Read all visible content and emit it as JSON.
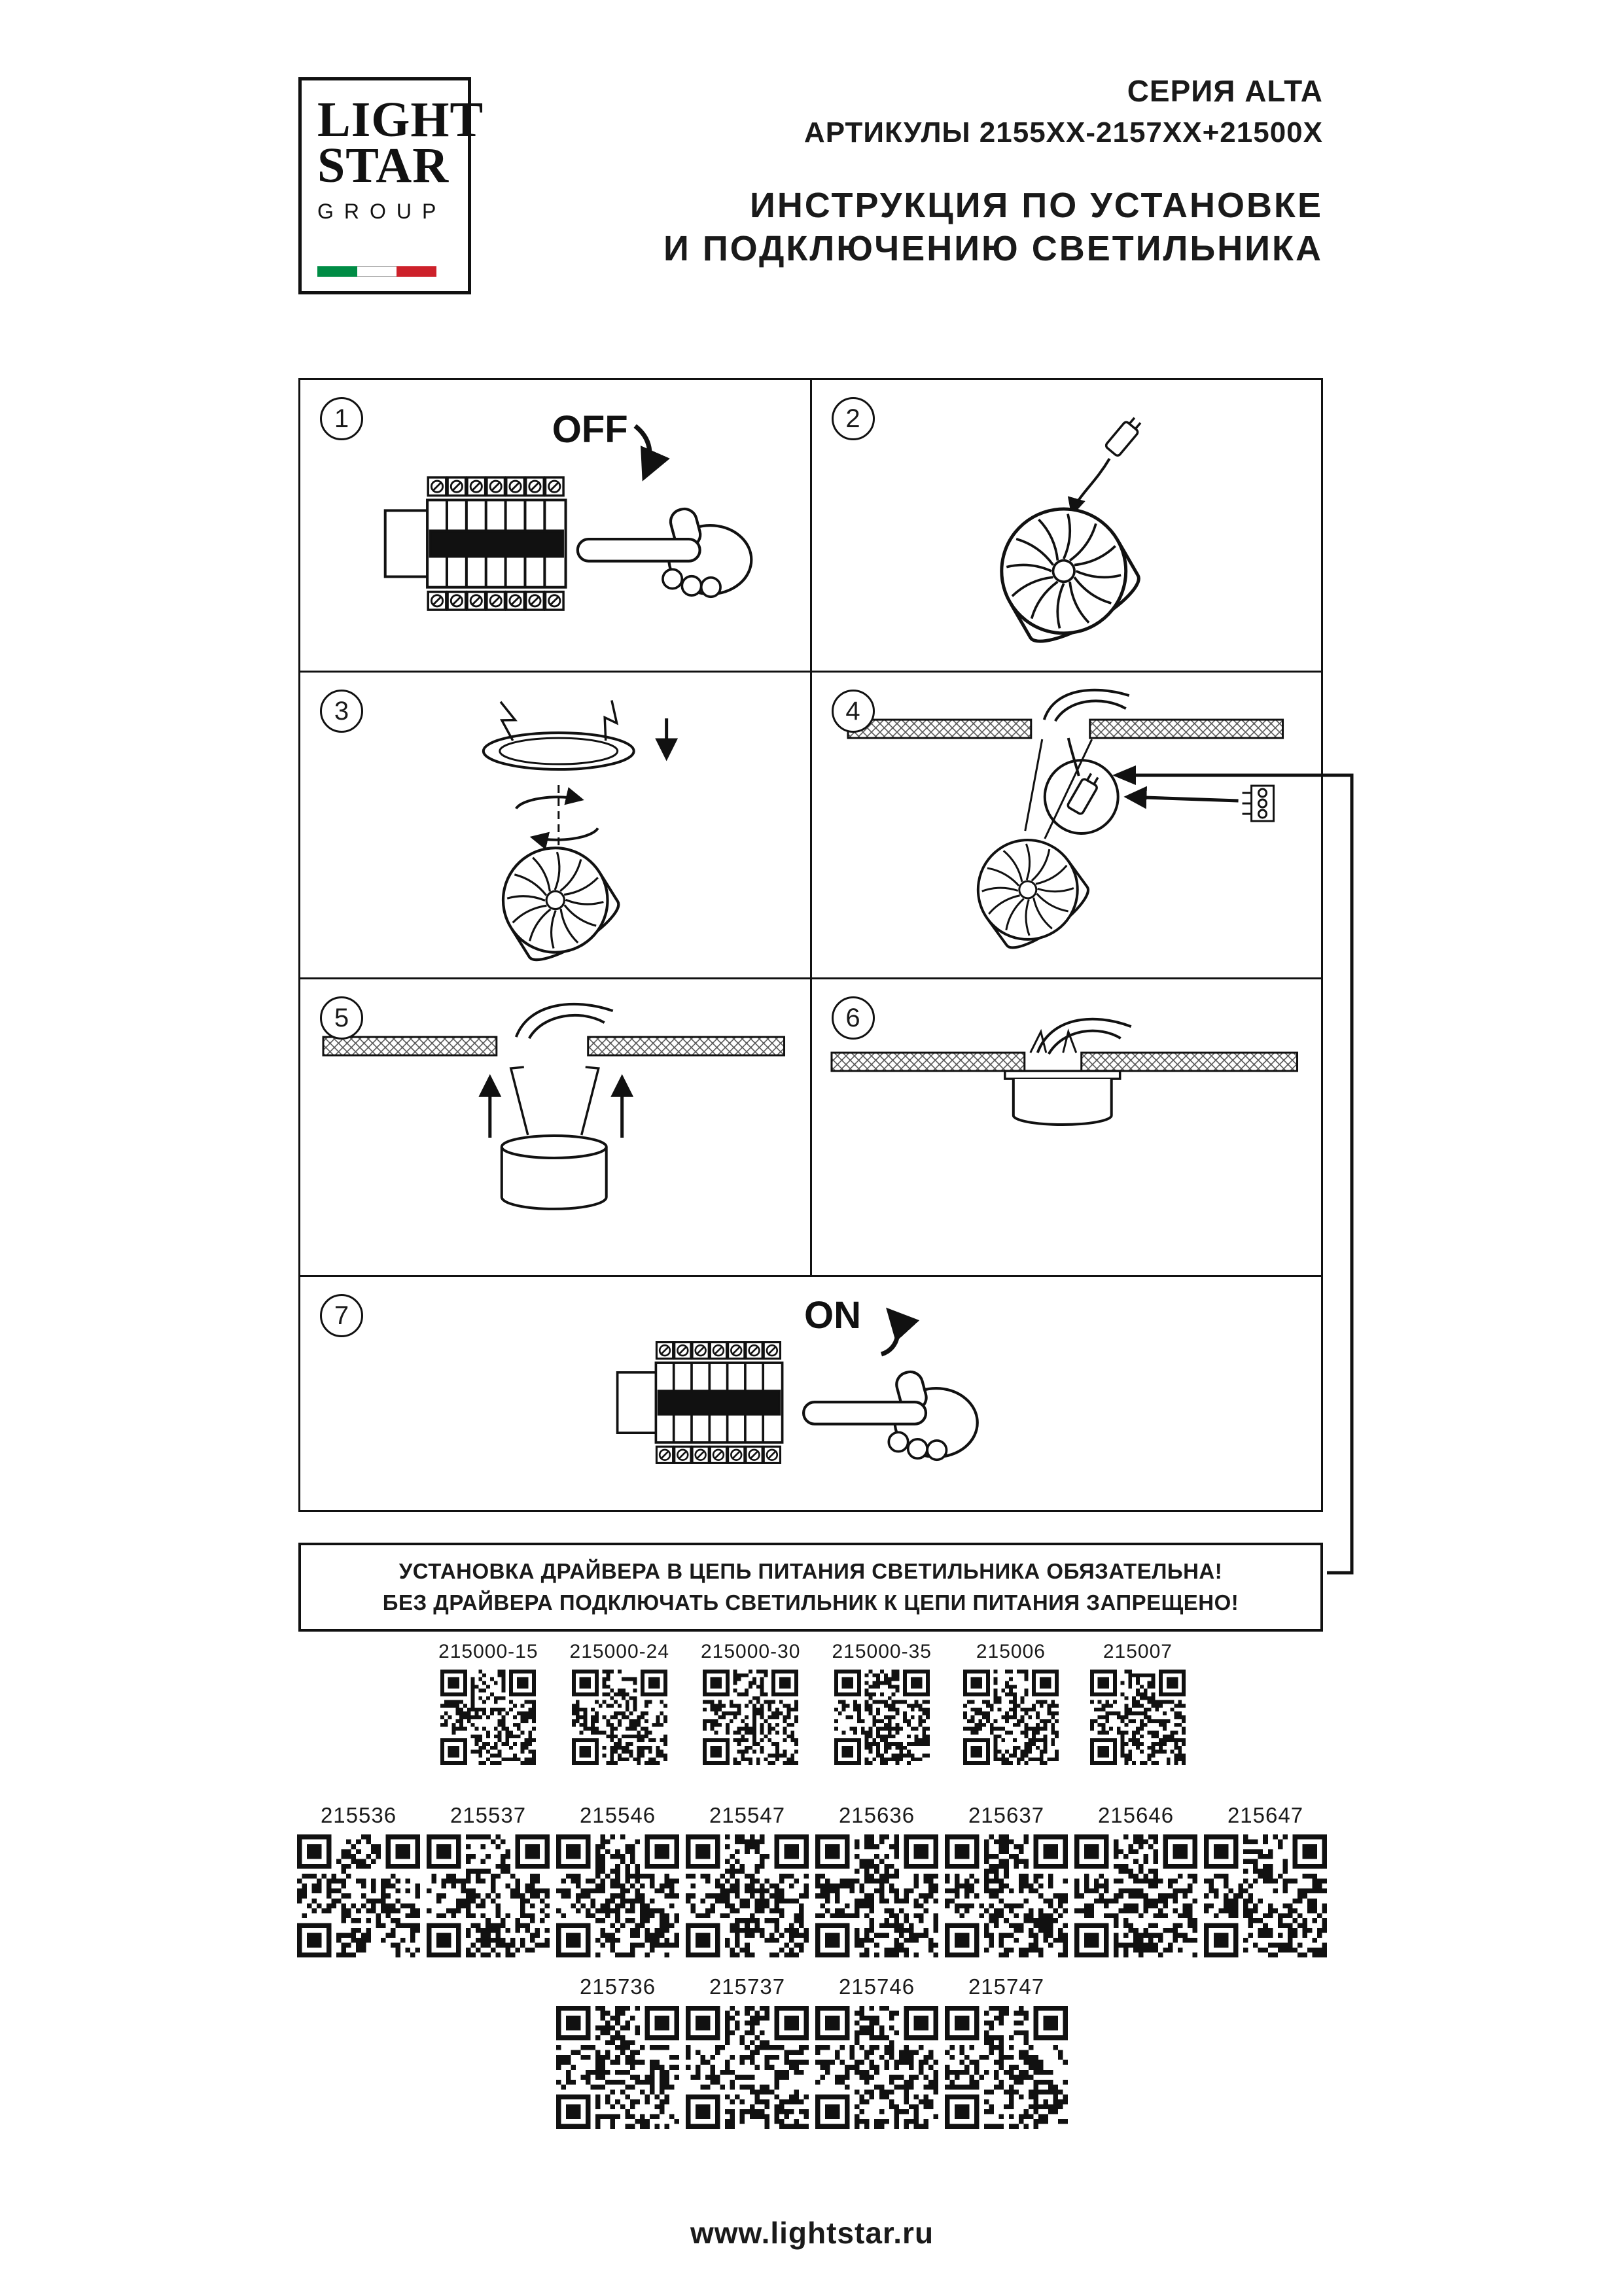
{
  "header": {
    "logo": {
      "word1": "LIGHT",
      "word2": "STAR",
      "group": "GROUP"
    },
    "series_title": "СЕРИЯ ALTA",
    "articles": "АРТИКУЛЫ 2155XX-2157XX+21500X",
    "instruction_line1": "ИНСТРУКЦИЯ ПО УСТАНОВКЕ",
    "instruction_line2": "И ПОДКЛЮЧЕНИЮ СВЕТИЛЬНИКА"
  },
  "steps": [
    {
      "num": "1",
      "label": "OFF"
    },
    {
      "num": "2"
    },
    {
      "num": "3"
    },
    {
      "num": "4"
    },
    {
      "num": "5"
    },
    {
      "num": "6"
    },
    {
      "num": "7",
      "label": "ON"
    }
  ],
  "warning": {
    "line1": "УСТАНОВКА ДРАЙВЕРА В ЦЕПЬ ПИТАНИЯ СВЕТИЛЬНИКА ОБЯЗАТЕЛЬНА!",
    "line2": "БЕЗ ДРАЙВЕРА ПОДКЛЮЧАТЬ СВЕТИЛЬНИК К ЦЕПИ ПИТАНИЯ ЗАПРЕЩЕНО!"
  },
  "qr": {
    "rows": [
      {
        "codes": [
          "215000-15",
          "215000-24",
          "215000-30",
          "215000-35",
          "215006",
          "215007"
        ]
      },
      {
        "codes": [
          "215536",
          "215537",
          "215546",
          "215547",
          "215636",
          "215637",
          "215646",
          "215647"
        ]
      },
      {
        "codes": [
          "215736",
          "215737",
          "215746",
          "215747"
        ]
      }
    ]
  },
  "footer": {
    "url": "www.lightstar.ru"
  },
  "colors": {
    "ink": "#111111",
    "flag_green": "#008C45",
    "flag_red": "#CD212A"
  }
}
